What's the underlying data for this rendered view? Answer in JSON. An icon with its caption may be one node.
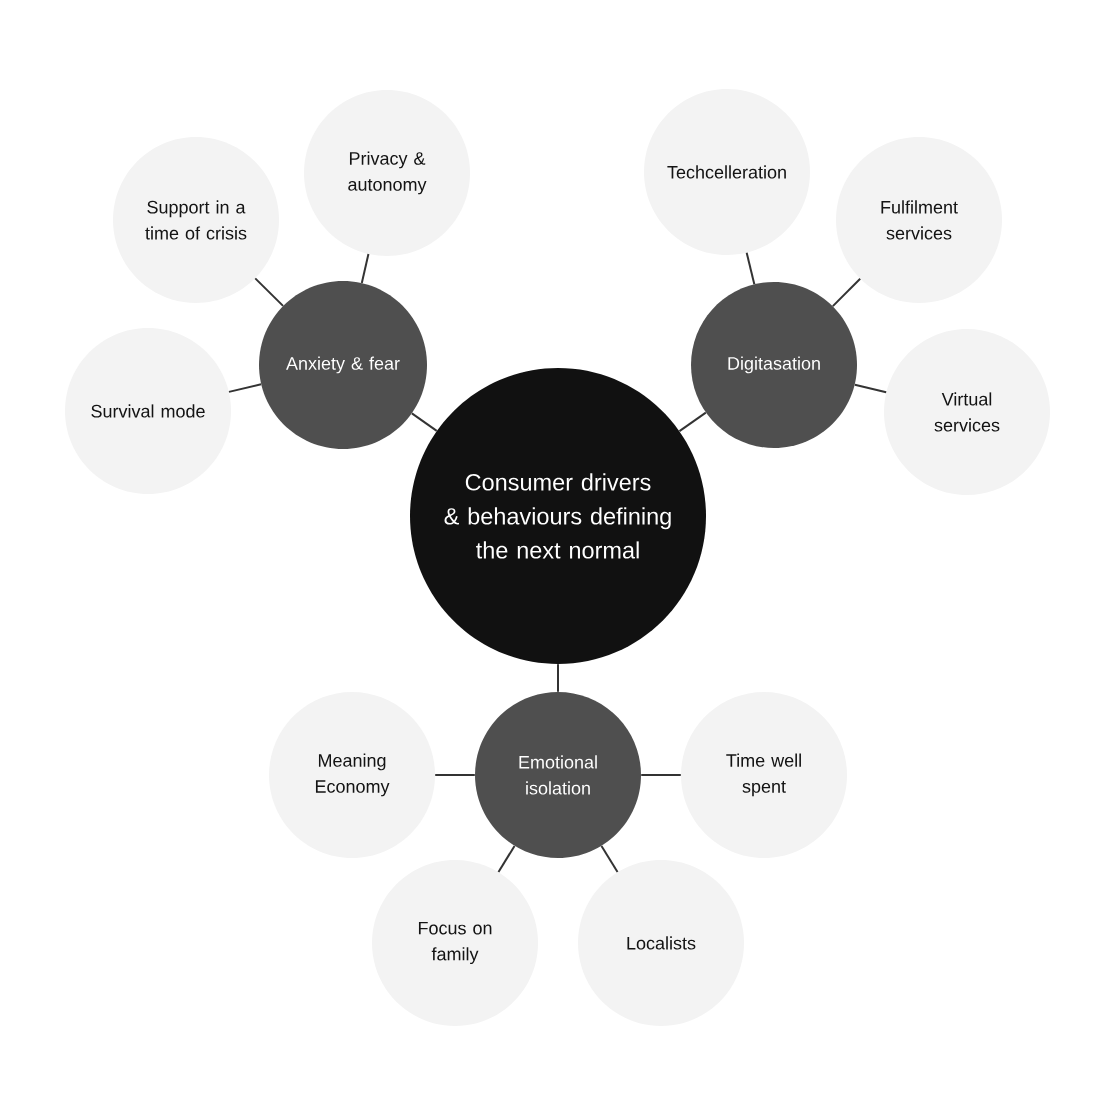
{
  "diagram": {
    "nodes": [
      {
        "text": [
          "Privacy & autonomy"
        ]
      },
      {
        "text": [
          "Techcelleration"
        ]
      },
      {
        "text": [
          "Support in a time of crisis"
        ]
      },
      {
        "text": [
          "Fulfilment services"
        ]
      },
      {
        "text": [
          "Anxiety & fear"
        ]
      },
      {
        "text": [
          "Digitasation"
        ]
      },
      {
        "text": [
          "Survival mode"
        ]
      },
      {
        "text": [
          "Virtual services"
        ]
      },
      {
        "text": [
          "Consumer drivers & behaviours defining the next normal"
        ]
      },
      {
        "text": [
          "Emotional isolation"
        ]
      },
      {
        "text": [
          "Meaning Economy"
        ]
      },
      {
        "text": [
          "Time well spent"
        ]
      },
      {
        "text": [
          "Focus on family"
        ]
      },
      {
        "text": [
          "Localists"
        ]
      }
    ],
    "edges": [
      {
        "from": 8,
        "to": 4,
        "arrow": "none"
      },
      {
        "from": 8,
        "to": 5,
        "arrow": "none"
      },
      {
        "from": 8,
        "to": 9,
        "arrow": "none"
      },
      {
        "from": 4,
        "to": 0,
        "arrow": "none"
      },
      {
        "from": 4,
        "to": 2,
        "arrow": "none"
      },
      {
        "from": 4,
        "to": 6,
        "arrow": "none"
      },
      {
        "from": 5,
        "to": 1,
        "arrow": "none"
      },
      {
        "from": 5,
        "to": 3,
        "arrow": "none"
      },
      {
        "from": 5,
        "to": 7,
        "arrow": "none"
      },
      {
        "from": 9,
        "to": 10,
        "arrow": "none"
      },
      {
        "from": 9,
        "to": 11,
        "arrow": "none"
      },
      {
        "from": 9,
        "to": 12,
        "arrow": "none"
      },
      {
        "from": 9,
        "to": 13,
        "arrow": "none"
      }
    ]
  }
}
